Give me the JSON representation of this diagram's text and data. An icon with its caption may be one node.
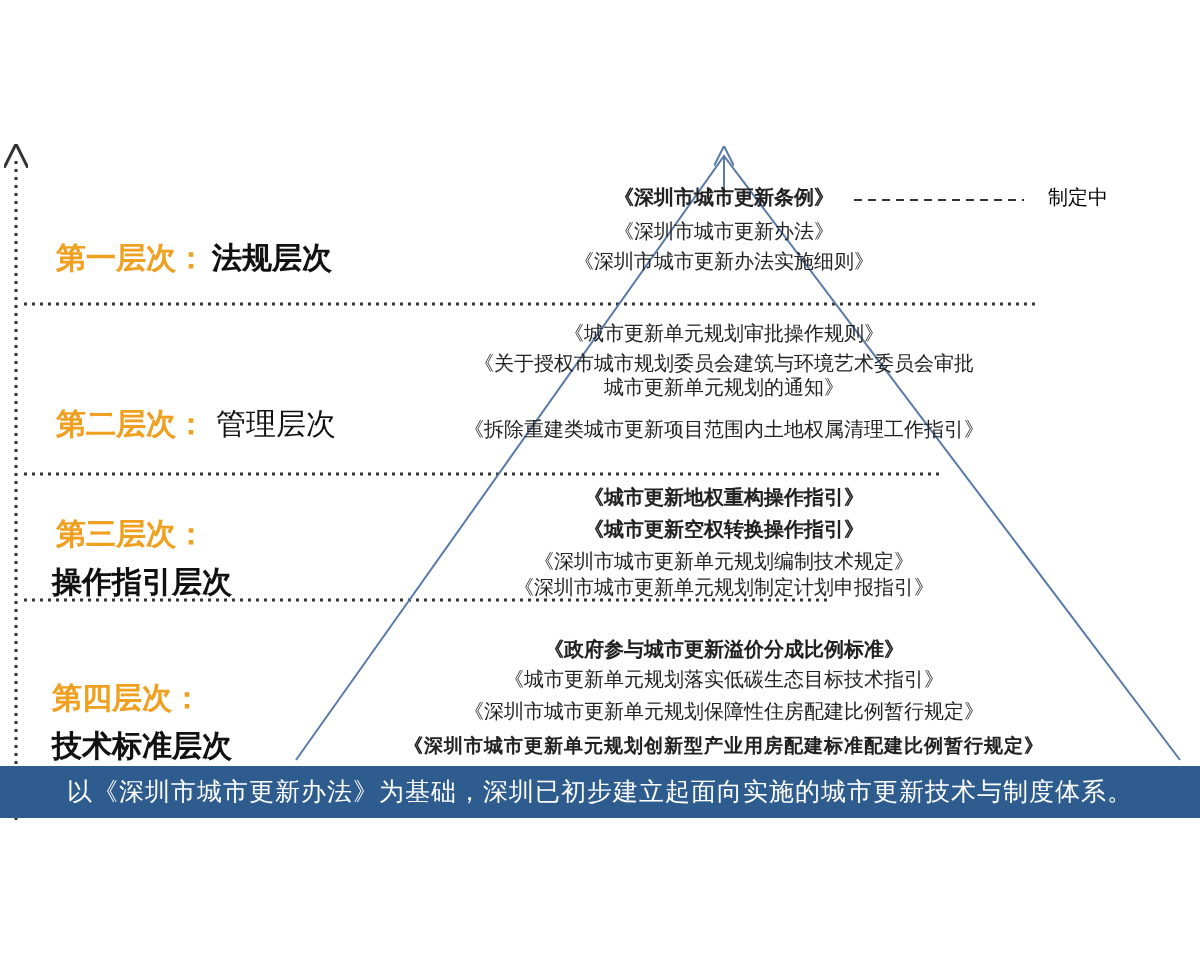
{
  "diagram": {
    "caption": "以《深圳市城市更新办法》为基础，深圳已初步建立起面向实施的城市更新技术与制度体系。",
    "nodes": [
      {
        "text": [
          "《深圳市城市更新条例》"
        ]
      },
      {
        "text": [
          "制定中"
        ]
      }
    ],
    "edges": [
      {
        "from": 0,
        "to": 1,
        "arrow": "none",
        "style": "dashed"
      }
    ],
    "labels": [
      "第一层次：",
      "法规层次",
      "《深圳市城市更新办法》",
      "《深圳市城市更新办法实施细则》",
      "第二层次：",
      "管理层次",
      "《城市更新单元规划审批操作规则》",
      "《关于授权市城市规划委员会建筑与环境艺术委员会审批城市更新单元规划的通知》",
      "《拆除重建类城市更新项目范围内土地权属清理工作指引》",
      "第三层次：",
      "操作指引层次",
      "《城市更新地权重构操作指引》",
      "《城市更新空权转换操作指引》",
      "《深圳市城市更新单元规划编制技术规定》",
      "《深圳市城市更新单元规划制定计划申报指引》",
      "第四层次：",
      "技术标准层次",
      "《政府参与城市更新溢价分成比例标准》",
      "《城市更新单元规划落实低碳生态目标技术指引》",
      "《深圳市城市更新单元规划保障性住房配建比例暂行规定》",
      "《深圳市城市更新单元规划创新型产业用房配建标准配建比例暂行规定》"
    ]
  }
}
